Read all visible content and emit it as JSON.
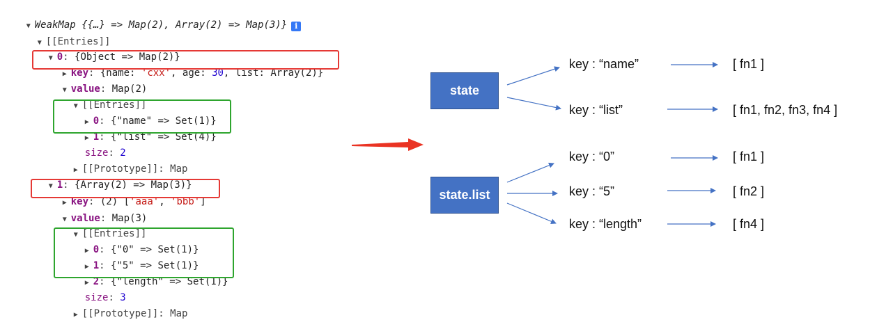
{
  "devtools": {
    "root_summary": "WeakMap {{…} => Map(2), Array(2) => Map(3)}",
    "entries_label": "[[Entries]]",
    "entry0": {
      "index": "0",
      "summary": "{Object => Map(2)}",
      "key_label": "key",
      "key_prefix": "{name: ",
      "key_name_value": "'cxx'",
      "key_mid": ", age: ",
      "key_age_value": "30",
      "key_suffix": ", list: Array(2)}",
      "value_label": "value",
      "value_summary": "Map(2)",
      "inner_entries_label": "[[Entries]]",
      "items": [
        {
          "index": "0",
          "text": "{\"name\" => Set(1)}"
        },
        {
          "index": "1",
          "text": "{\"list\" => Set(4)}"
        }
      ],
      "size_label": "size",
      "size_value": "2",
      "prototype": "[[Prototype]]: Map"
    },
    "entry1": {
      "index": "1",
      "summary": "{Array(2) => Map(3)}",
      "key_label": "key",
      "key_prefix": "(2) [",
      "key_a": "'aaa'",
      "key_sep": ", ",
      "key_b": "'bbb'",
      "key_suffix": "]",
      "value_label": "value",
      "value_summary": "Map(3)",
      "inner_entries_label": "[[Entries]]",
      "items": [
        {
          "index": "0",
          "text": "{\"0\" => Set(1)}"
        },
        {
          "index": "1",
          "text": "{\"5\" => Set(1)}"
        },
        {
          "index": "2",
          "text": "{\"length\" => Set(1)}"
        }
      ],
      "size_label": "size",
      "size_value": "3",
      "prototype": "[[Prototype]]: Map"
    }
  },
  "diagram": {
    "nodes": [
      "state",
      "state.list"
    ],
    "state_keys": [
      {
        "key": "key : “name”",
        "fns": "[ fn1 ]"
      },
      {
        "key": "key : “list”",
        "fns": "[ fn1, fn2, fn3, fn4 ]"
      }
    ],
    "list_keys": [
      {
        "key": "key : “0”",
        "fns": "[ fn1 ]"
      },
      {
        "key": "key : “5”",
        "fns": "[ fn2 ]"
      },
      {
        "key": "key : “length”",
        "fns": "[ fn4 ]"
      }
    ]
  },
  "colors": {
    "node_fill": "#4472c4",
    "arrow": "#4472c4",
    "big_arrow": "#ea3323",
    "red_box": "#e53935",
    "green_box": "#2ea52e"
  },
  "icons": {
    "info": "info-icon",
    "expanded": "triangle-down-icon",
    "collapsed": "triangle-right-icon"
  }
}
